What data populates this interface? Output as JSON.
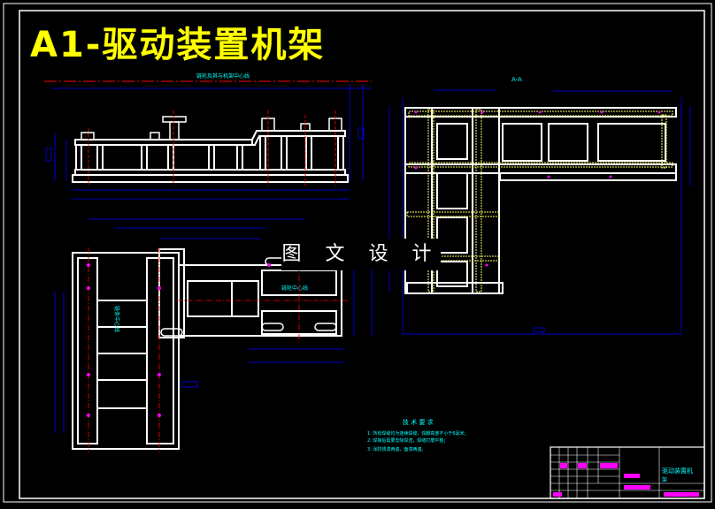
{
  "title": "A1-驱动装置机架",
  "watermark": "图 文 设 计",
  "labels": {
    "front_view_note": "链轮及其与机架中心线",
    "section": "A-A",
    "plan_label_left": "链条中心线",
    "plan_label_right": "链轮中心线"
  },
  "tech_requirements": {
    "heading": "技 术 要 求",
    "items": [
      "1. 所有焊缝均为连续焊缝，焊脚高度不小于6毫米；",
      "2. 焊接后需要去除焊渣，焊缝打磨平整；",
      "3. 涂防锈漆两遍，面漆两遍。"
    ]
  },
  "title_block": {
    "part_name": "驱动装置机",
    "part_name_suffix": "架"
  },
  "colors": {
    "background": "#000000",
    "title": "#ffff00",
    "frame": "#ffffff",
    "dimension": "#0000ff",
    "centerline": "#ff0000",
    "weld": "#ffff66",
    "text": "#00ffff",
    "table": "#ff00ff"
  }
}
